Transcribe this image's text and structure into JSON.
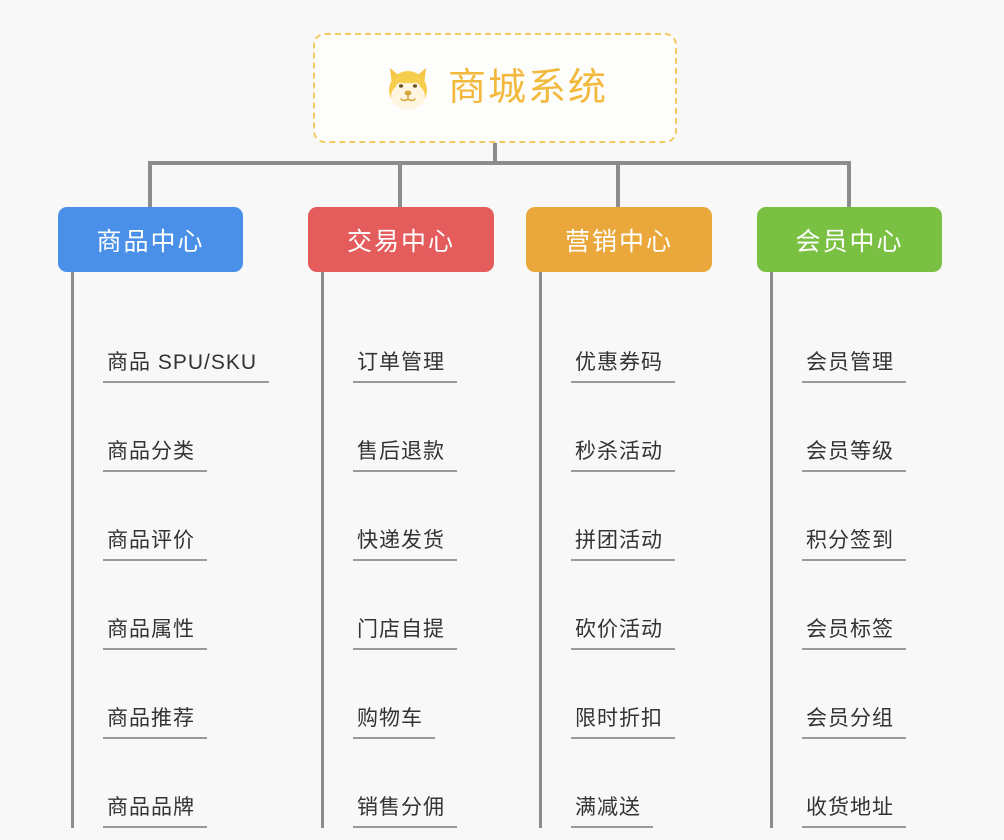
{
  "root": {
    "title": "商城系统",
    "icon": "dog-face-icon",
    "border_color": "#f3c964",
    "title_color": "#f2b93c"
  },
  "connector_color": "#8c8c8c",
  "background_color": "#f8f8f8",
  "branches": [
    {
      "label": "商品中心",
      "color": "#4a90e8",
      "items": [
        "商品 SPU/SKU",
        "商品分类",
        "商品评价",
        "商品属性",
        "商品推荐",
        "商品品牌"
      ]
    },
    {
      "label": "交易中心",
      "color": "#e45c5c",
      "items": [
        "订单管理",
        "售后退款",
        "快递发货",
        "门店自提",
        "购物车",
        "销售分佣"
      ]
    },
    {
      "label": "营销中心",
      "color": "#eaa83c",
      "items": [
        "优惠券码",
        "秒杀活动",
        "拼团活动",
        "砍价活动",
        "限时折扣",
        "满减送"
      ]
    },
    {
      "label": "会员中心",
      "color": "#7ac143",
      "items": [
        "会员管理",
        "会员等级",
        "积分签到",
        "会员标签",
        "会员分组",
        "收货地址"
      ]
    }
  ]
}
